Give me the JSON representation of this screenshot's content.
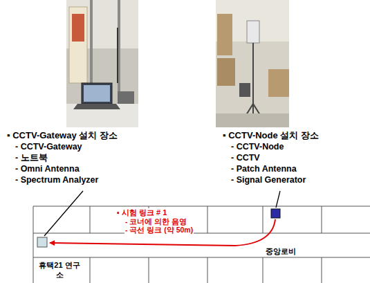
{
  "diagram": {
    "labels": [
      "▪ CCTV-Gateway 설치 장소",
      "- CCTV-Gateway",
      "- 노트북",
      "- Omni Antenna",
      "- Spectrum Analyzer",
      "▪ CCTV-Node 설치 장소",
      "- CCTV-Node",
      "- CCTV",
      "- Patch Antenna",
      "- Signal Generator",
      "▪ 시험 링크 # 1",
      "- 코너에 의한 음영",
      "- 곡선 링크 (약 50m)",
      "중앙로비",
      "휴택21 연구소"
    ]
  }
}
